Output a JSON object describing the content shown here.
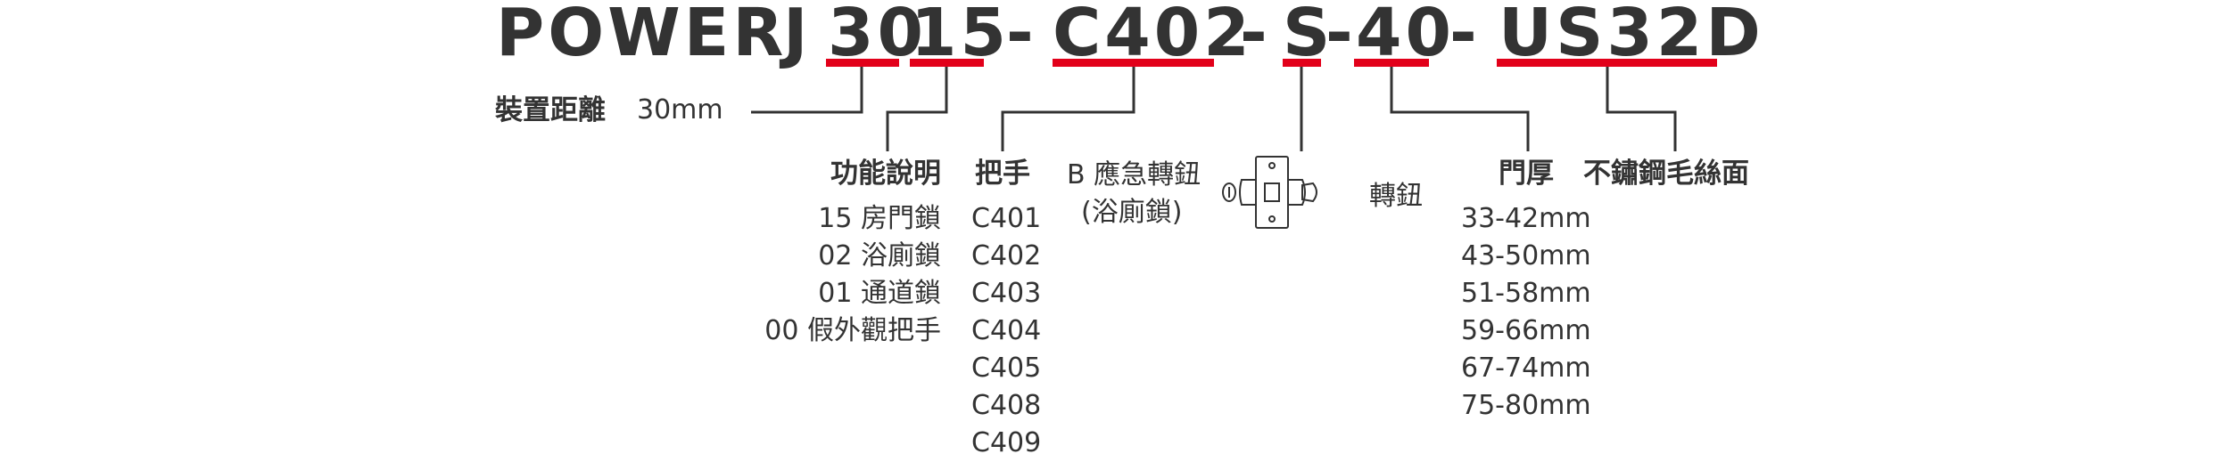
{
  "colors": {
    "text": "#333333",
    "accent": "#e2001a"
  },
  "code": {
    "brand": "POWER",
    "j": "J",
    "d30": "30",
    "d15": "15",
    "sep1": "-",
    "handle": "C402",
    "sep2": "-",
    "s": "S",
    "sep3": "-",
    "thickness": "40",
    "sep4": "-",
    "finish": "US32D"
  },
  "distance": {
    "label": "裝置距離",
    "value": "30mm"
  },
  "function": {
    "header": "功能說明",
    "items": [
      "15 房門鎖",
      "02 浴廁鎖",
      "01 通道鎖",
      "00 假外觀把手"
    ]
  },
  "handle": {
    "header": "把手",
    "items": [
      "C401",
      "C402",
      "C403",
      "C404",
      "C405",
      "C408",
      "C409"
    ]
  },
  "emergency": {
    "line1": "B 應急轉鈕",
    "line2": "(浴廁鎖)",
    "icon": "lock-diagram-icon"
  },
  "turn": {
    "label": "轉鈕"
  },
  "door": {
    "header": "門厚",
    "items": [
      "33-42mm",
      "43-50mm",
      "51-58mm",
      "59-66mm",
      "67-74mm",
      "75-80mm"
    ]
  },
  "finish": {
    "header": "不鏽鋼毛絲面"
  }
}
